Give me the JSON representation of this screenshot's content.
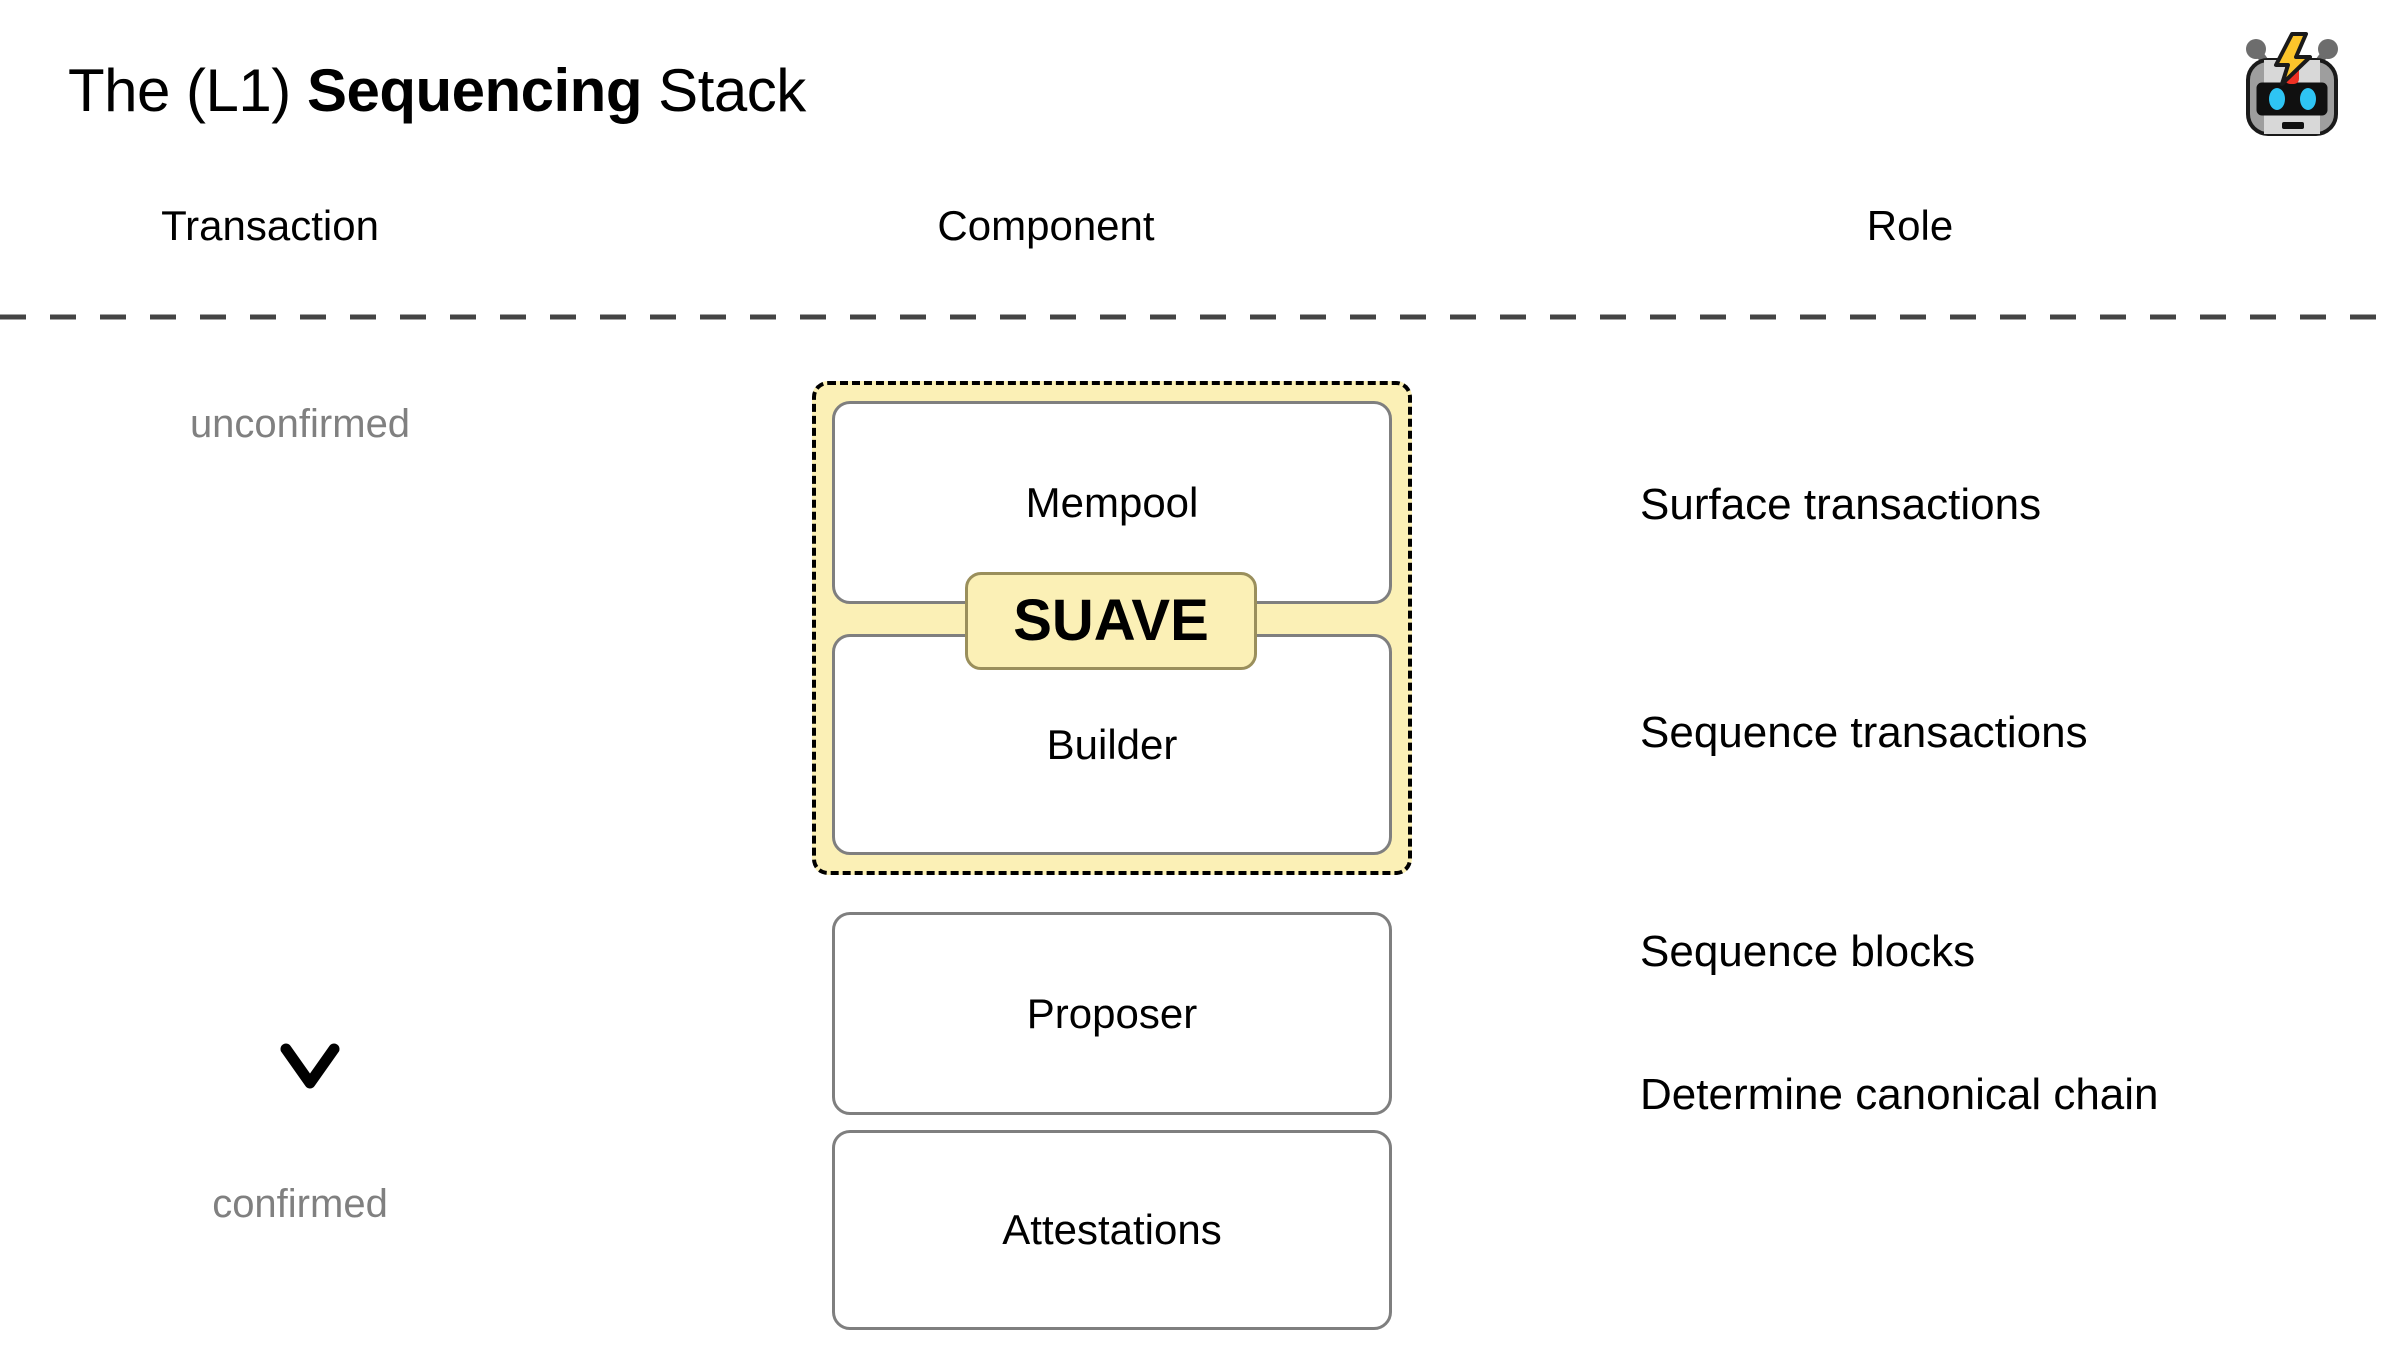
{
  "slide": {
    "title_prefix": "The (L1) ",
    "title_emphasis": "Sequencing",
    "title_suffix": " Stack",
    "logo_name": "robot-with-lightning-bolt-logo"
  },
  "headers": {
    "transaction": "Transaction",
    "component": "Component",
    "role": "Role"
  },
  "transaction_column": {
    "top_label": "unconfirmed",
    "bottom_label": "confirmed",
    "arrow_direction": "down",
    "arrow_gradient_from": "#ffffff",
    "arrow_gradient_to": "#000000",
    "label_color": "#808080"
  },
  "component_column": {
    "group": {
      "name": "SUAVE",
      "badge_label": "SUAVE",
      "fill_color": "#fbf0b6",
      "border_style": "dashed",
      "border_color": "#000000",
      "members": [
        "Mempool",
        "Builder"
      ]
    },
    "boxes": [
      {
        "label": "Mempool",
        "in_group": true
      },
      {
        "label": "Builder",
        "in_group": true
      },
      {
        "label": "Proposer",
        "in_group": false
      },
      {
        "label": "Attestations",
        "in_group": false
      }
    ]
  },
  "role_column": {
    "roles": [
      "Surface transactions",
      "Sequence transactions",
      "Sequence blocks",
      "Determine canonical chain"
    ]
  },
  "divider": {
    "style": "dashed",
    "color": "#444444"
  }
}
